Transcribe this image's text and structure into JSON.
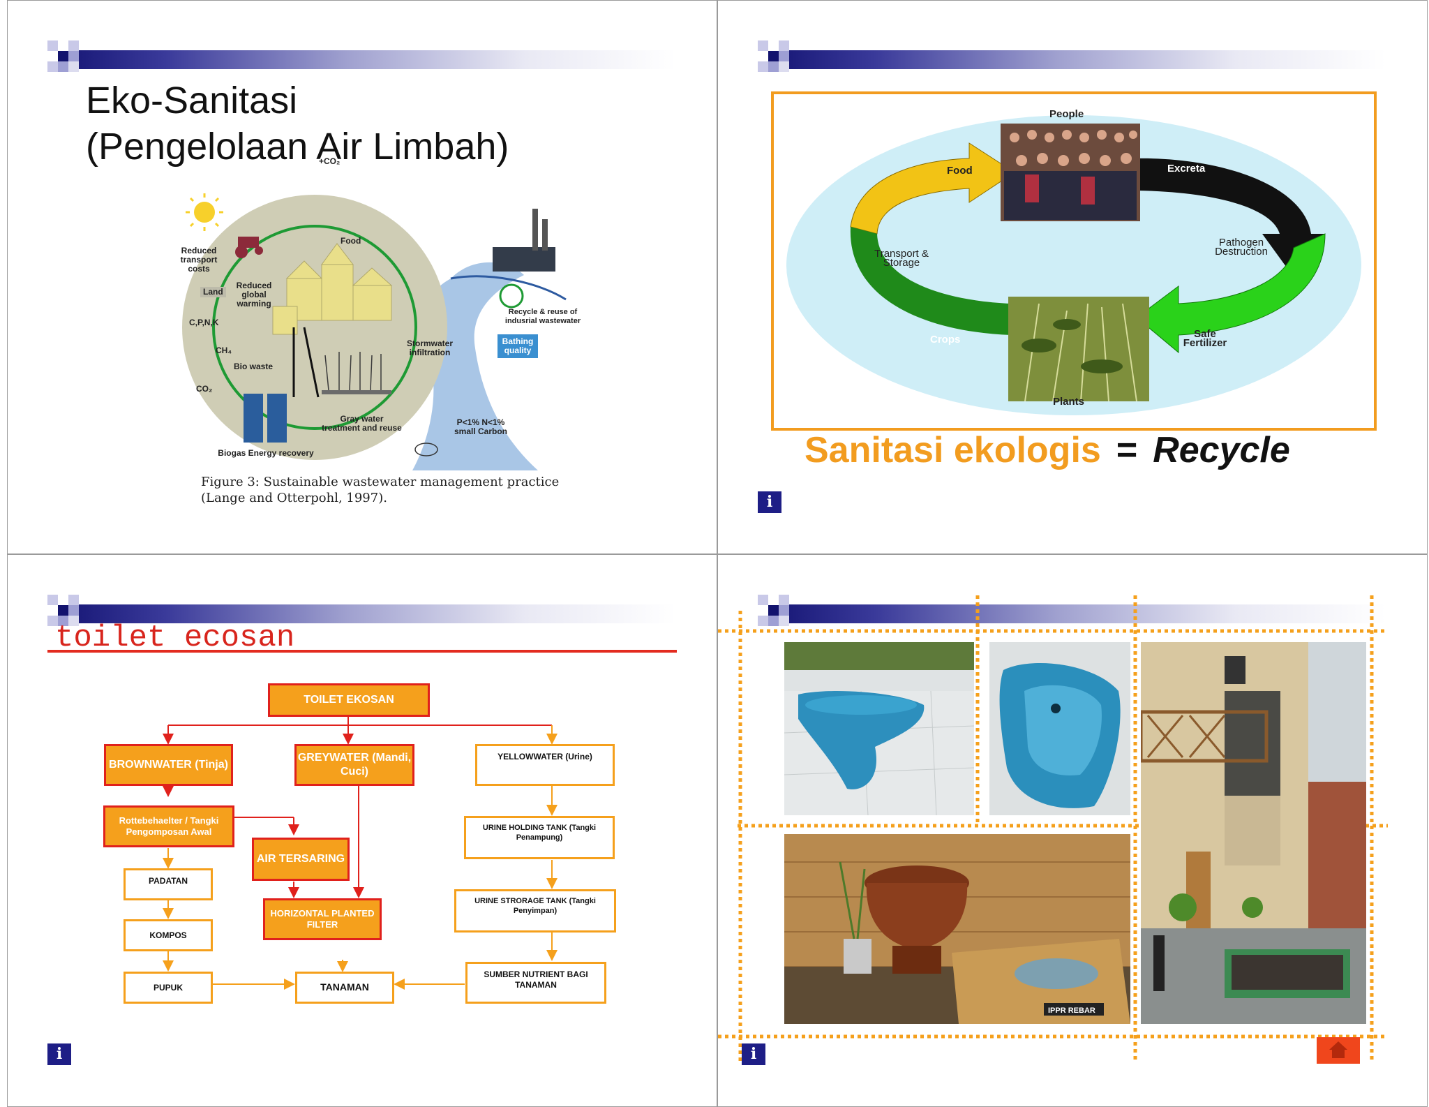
{
  "slide1": {
    "title_line1": "Eko-Sanitasi",
    "title_line2": "(Pengelolaan Air Limbah)",
    "figure": {
      "labels": {
        "co2_top": "+CO₂",
        "reduced_transport": "Reduced transport costs",
        "food": "Food",
        "land": "Land",
        "reduced_warming": "Reduced global warming",
        "cpnk": "C,P,N,K",
        "ch4": "CH₄",
        "co2": "CO₂",
        "bio_waste": "Bio waste",
        "stormwater": "Stormwater infiltration",
        "recycle": "Recycle & reuse of indusrial wastewater",
        "bathing": "Bathing quality",
        "gray_water": "Gray water treatment and reuse",
        "biogas": "Biogas Energy recovery",
        "nutrients": "P<1% N<1% small Carbon"
      },
      "caption_line1": "Figure 3: Sustainable wastewater management practice",
      "caption_line2": "(Lange and Otterpohl, 1997)."
    }
  },
  "slide2": {
    "cycle": {
      "people": "People",
      "food": "Food",
      "excreta": "Excreta",
      "transport": "Transport & Storage",
      "pathogen": "Pathogen Destruction",
      "crops": "Crops",
      "safe_fertilizer": "Safe Fertilizer",
      "plants": "Plants"
    },
    "caption": {
      "left": "Sanitasi ekologis",
      "eq": "=",
      "right": "Recycle"
    },
    "info_glyph": "i"
  },
  "slide3": {
    "title": "toilet ecosan",
    "chart": {
      "toilet": "TOILET EKOSAN",
      "brownwater": "BROWNWATER (Tinja)",
      "greywater": "GREYWATER (Mandi, Cuci)",
      "yellowwater": "YELLOWWATER (Urine)",
      "rotte": "Rottebehaelter / Tangki Pengomposan Awal",
      "air": "AIR TERSARING",
      "padatan": "PADATAN",
      "kompos": "KOMPOS",
      "pupuk": "PUPUK",
      "hpf": "HORIZONTAL PLANTED FILTER",
      "tanaman": "TANAMAN",
      "holding": "URINE HOLDING TANK (Tangki Penampung)",
      "storage": "URINE STRORAGE TANK (Tangki Penyimpan)",
      "nutrient": "SUMBER NUTRIENT BAGI TANAMAN"
    },
    "info_glyph": "i"
  },
  "slide4": {
    "watermark": "IPPR REBAR",
    "info_glyph": "i",
    "home_icon": "home-icon"
  }
}
